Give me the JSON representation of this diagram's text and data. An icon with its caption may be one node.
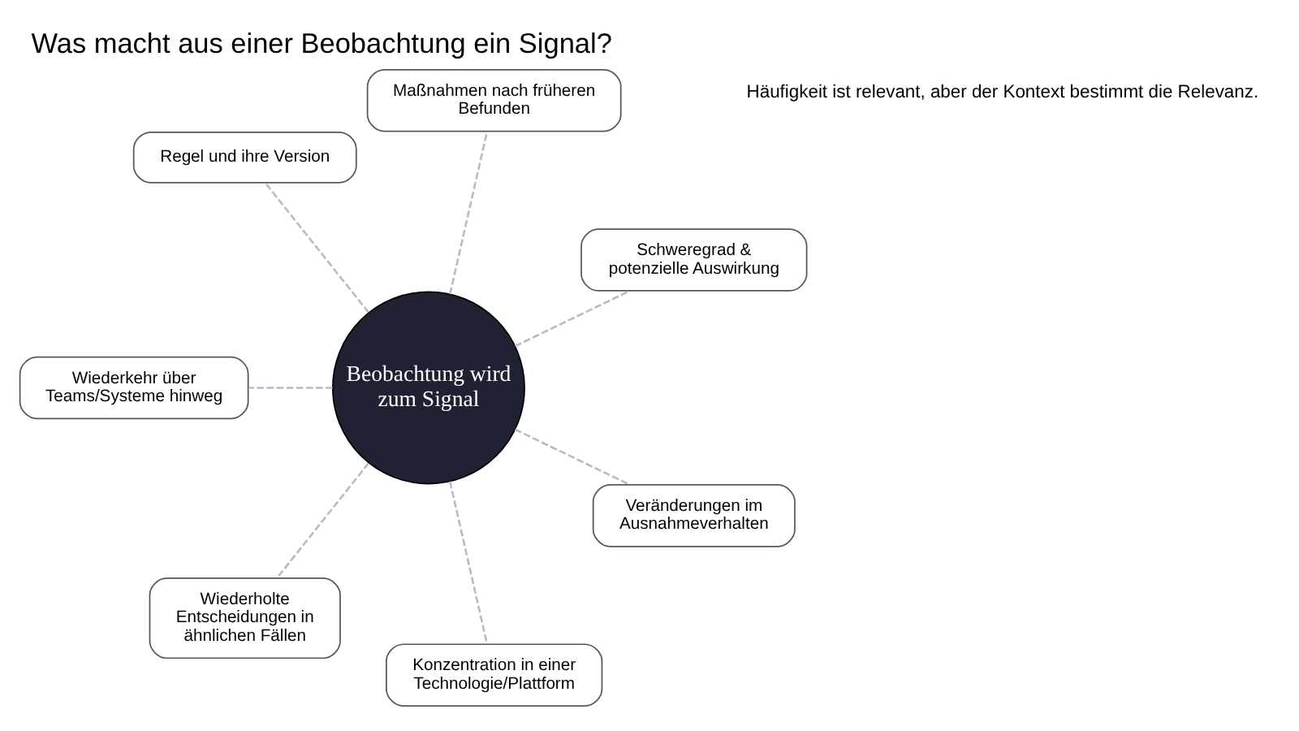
{
  "diagram": {
    "title": "Was macht aus einer Beobachtung ein Signal?",
    "nodes": [
      {
        "text": [
          "Beobachtung wird zum Signal"
        ]
      },
      {
        "text": [
          "Schweregrad & potenzielle Auswirkung"
        ]
      },
      {
        "text": [
          "Maßnahmen nach früheren Befunden"
        ]
      },
      {
        "text": [
          "Regel und ihre Version"
        ]
      },
      {
        "text": [
          "Wiederkehr über Teams/Systeme hinweg"
        ]
      },
      {
        "text": [
          "Wiederholte Entscheidungen in ähnlichen Fällen"
        ]
      },
      {
        "text": [
          "Konzentration in einer Technologie/Plattform"
        ]
      },
      {
        "text": [
          "Veränderungen im Ausnahmeverhalten"
        ]
      }
    ],
    "edges": [
      {
        "from": 0,
        "to": 1,
        "arrow": "none",
        "style": "dashed"
      },
      {
        "from": 0,
        "to": 3,
        "arrow": "none",
        "style": "dashed"
      },
      {
        "from": 0,
        "to": 5,
        "arrow": "none",
        "style": "dashed"
      },
      {
        "from": 0,
        "to": 7,
        "arrow": "none",
        "style": "dashed"
      },
      {
        "from": 0,
        "to": 6,
        "arrow": "none",
        "style": "dashed"
      },
      {
        "from": 0,
        "to": 4,
        "arrow": "none",
        "style": "dashed"
      },
      {
        "from": 0,
        "to": 2,
        "arrow": "none",
        "style": "dashed"
      }
    ],
    "labels": [
      "Häufigkeit ist relevant, aber der Kontext bestimmt die Relevanz."
    ]
  }
}
